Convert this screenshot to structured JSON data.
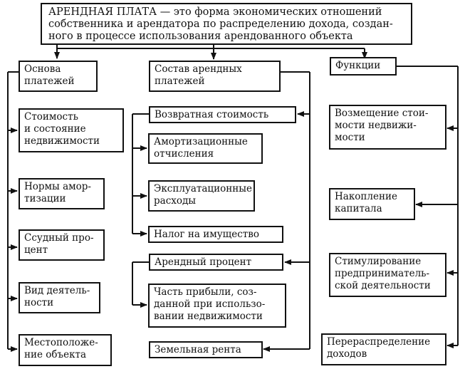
{
  "definition": {
    "lines": [
      "АРЕНДНАЯ ПЛАТА — это форма экономических отношений",
      "собственника и арендатора по распределению дохода, создан-",
      "ного в процессе использования арендованного объекта"
    ]
  },
  "basis": {
    "title": [
      "Основа",
      "платежей"
    ],
    "items": [
      [
        "Стоимость",
        "и состояние",
        "недвижимости"
      ],
      [
        "Нормы амор-",
        "тизации"
      ],
      [
        "Ссудный про-",
        "цент"
      ],
      [
        "Вид деятель-",
        "ности"
      ],
      [
        "Местоположе-",
        "ние объекта"
      ]
    ]
  },
  "composition": {
    "title": [
      "Состав арендных",
      "платежей"
    ],
    "return_cost": "Возвратная стоимость",
    "return_items": [
      [
        "Амортизационные",
        "отчисления"
      ],
      [
        "Эксплуатационные",
        "расходы"
      ],
      [
        "Налог на имущество"
      ]
    ],
    "rent_percent": "Арендный процент",
    "rent_items": [
      [
        "Часть прибыли, соз-",
        "данной при использо-",
        "вании недвижимости"
      ]
    ],
    "land_rent": "Земельная рента"
  },
  "functions": {
    "title": "Функции",
    "items": [
      [
        "Возмещение стои-",
        "мости недвижи-",
        "мости"
      ],
      [
        "Накопление",
        "капитала"
      ],
      [
        "Стимулирование",
        "предприниматель-",
        "ской деятельности"
      ],
      [
        "Перераспределение",
        "доходов"
      ]
    ]
  }
}
